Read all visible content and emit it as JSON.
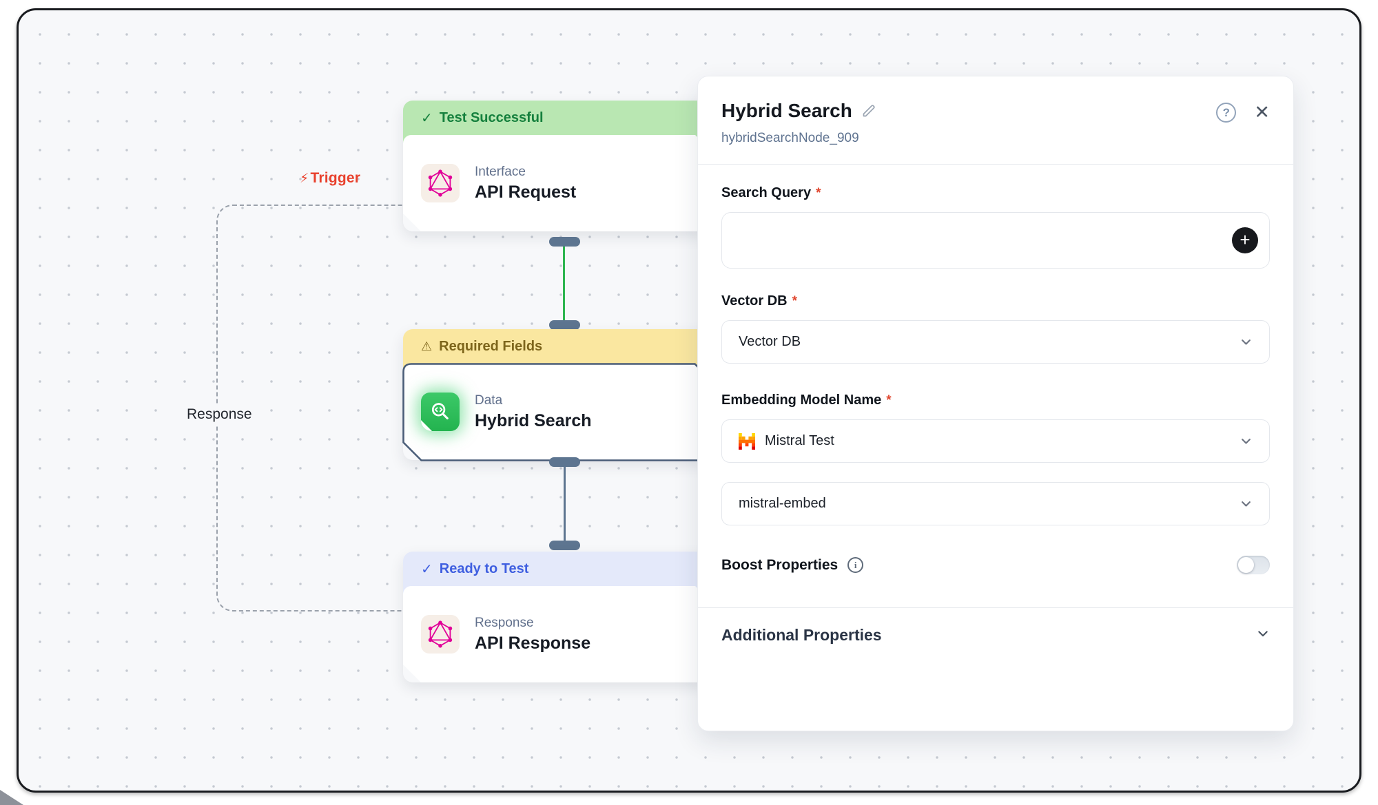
{
  "canvas": {
    "trigger": {
      "label": "Trigger"
    },
    "edge_label": "Response",
    "nodes": [
      {
        "status": "Test Successful",
        "category": "Interface",
        "title": "API Request"
      },
      {
        "status": "Required Fields",
        "category": "Data",
        "title": "Hybrid Search"
      },
      {
        "status": "Ready to Test",
        "category": "Response",
        "title": "API Response"
      }
    ]
  },
  "panel": {
    "title": "Hybrid Search",
    "node_id": "hybridSearchNode_909",
    "required_mark": "*",
    "search_query": {
      "label": "Search Query",
      "value": ""
    },
    "vector_db": {
      "label": "Vector DB",
      "selected": "Vector DB"
    },
    "embedding_model": {
      "label": "Embedding Model Name",
      "selected": "Mistral Test"
    },
    "embedding_model_variant": {
      "selected": "mistral-embed"
    },
    "boost_properties": {
      "label": "Boost Properties",
      "enabled": false
    },
    "additional_properties": {
      "label": "Additional Properties"
    }
  },
  "icons": {
    "check": "✓",
    "warning": "⚠",
    "bolt": "⚡",
    "close": "✕",
    "help": "?",
    "info": "i",
    "plus": "+"
  },
  "colors": {
    "header_success": "#b9e7b2",
    "header_warning": "#fae7a0",
    "header_ready": "#e4e9fa",
    "edge_green": "#2eb550",
    "edge_slate": "#5d7590",
    "trigger_red": "#e8402c",
    "brand_graphql_pink": "#e10098",
    "icon_green": "#2bbf59"
  }
}
